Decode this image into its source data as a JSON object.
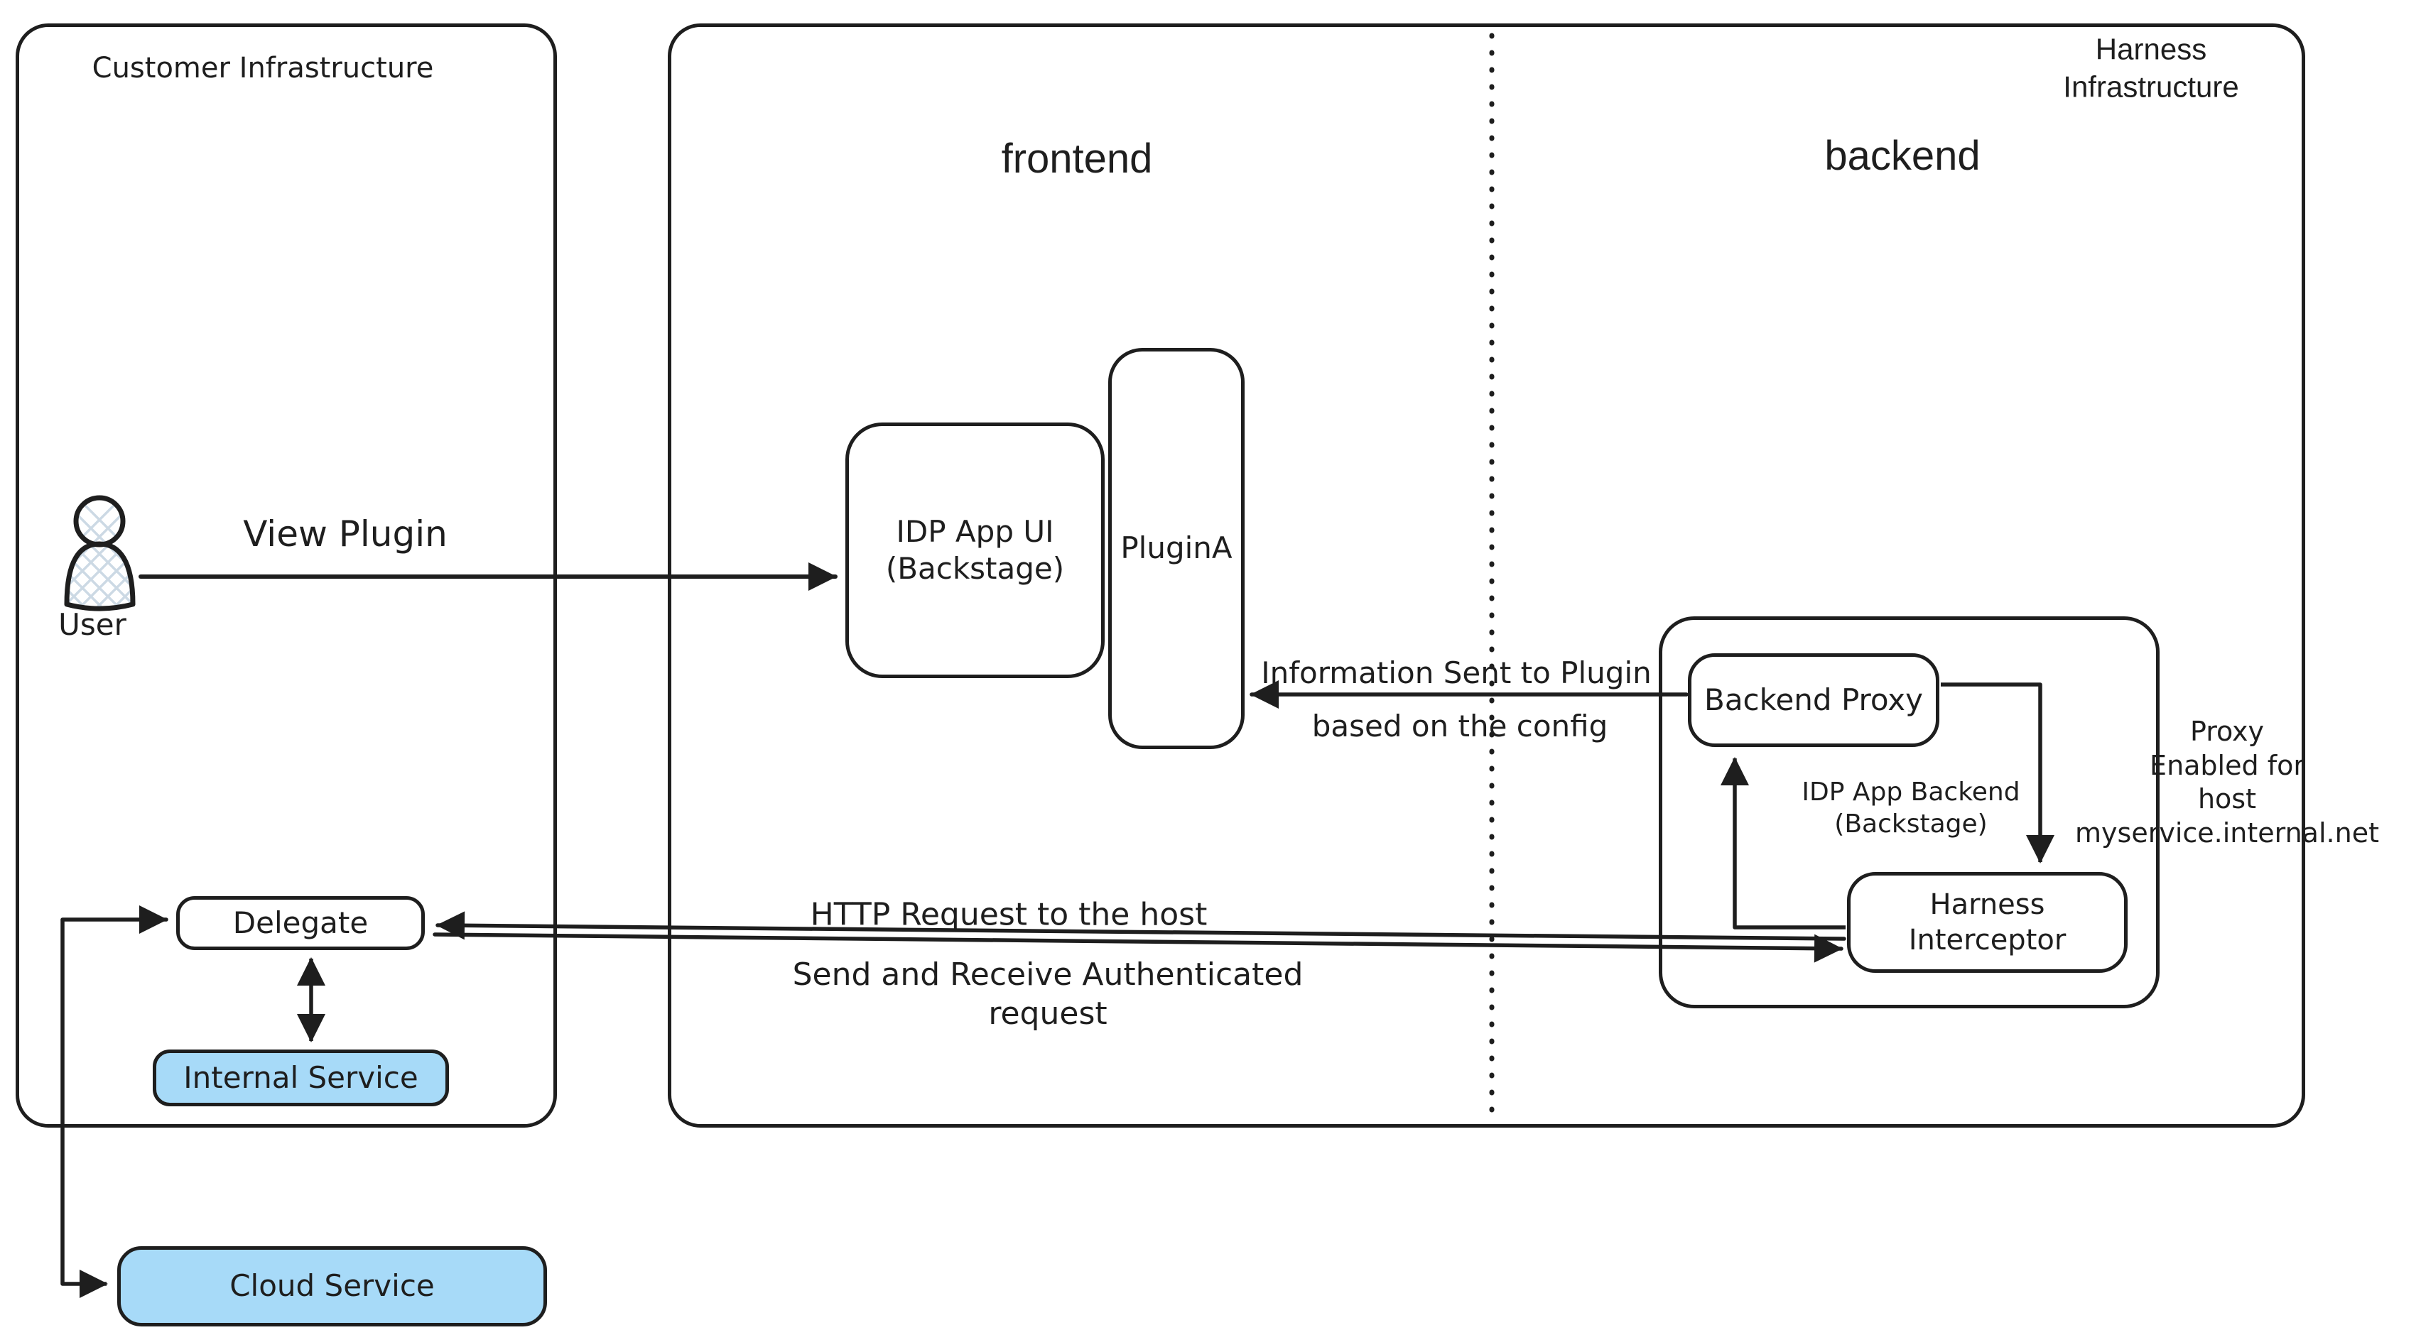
{
  "diagram": {
    "colors": {
      "stroke": "#1e1e1e",
      "service_fill": "#a7daf8",
      "hatch": "#ccd9e4"
    },
    "customer": {
      "title": "Customer Infrastructure",
      "user_label": "User",
      "delegate_label": "Delegate",
      "internal_service_label": "Internal Service",
      "cloud_service_label": "Cloud Service"
    },
    "harness": {
      "title": "Harness Infrastructure",
      "frontend_title": "frontend",
      "backend_title": "backend",
      "idp_app_ui_label": "IDP App UI\n(Backstage)",
      "plugin_a_label": "PluginA",
      "backend_proxy_label": "Backend Proxy",
      "idp_app_backend_label": "IDP App Backend\n(Backstage)",
      "harness_interceptor_label": "Harness\nInterceptor",
      "proxy_note": "Proxy\nEnabled for\nhost myservice.internal.net"
    },
    "annotations": {
      "view_plugin": "View Plugin",
      "info_sent_line1": "Information Sent to Plugin",
      "info_sent_line2": "based on the config",
      "http_request": "HTTP Request to the host",
      "send_receive": "Send and Receive Authenticated\nrequest"
    }
  }
}
